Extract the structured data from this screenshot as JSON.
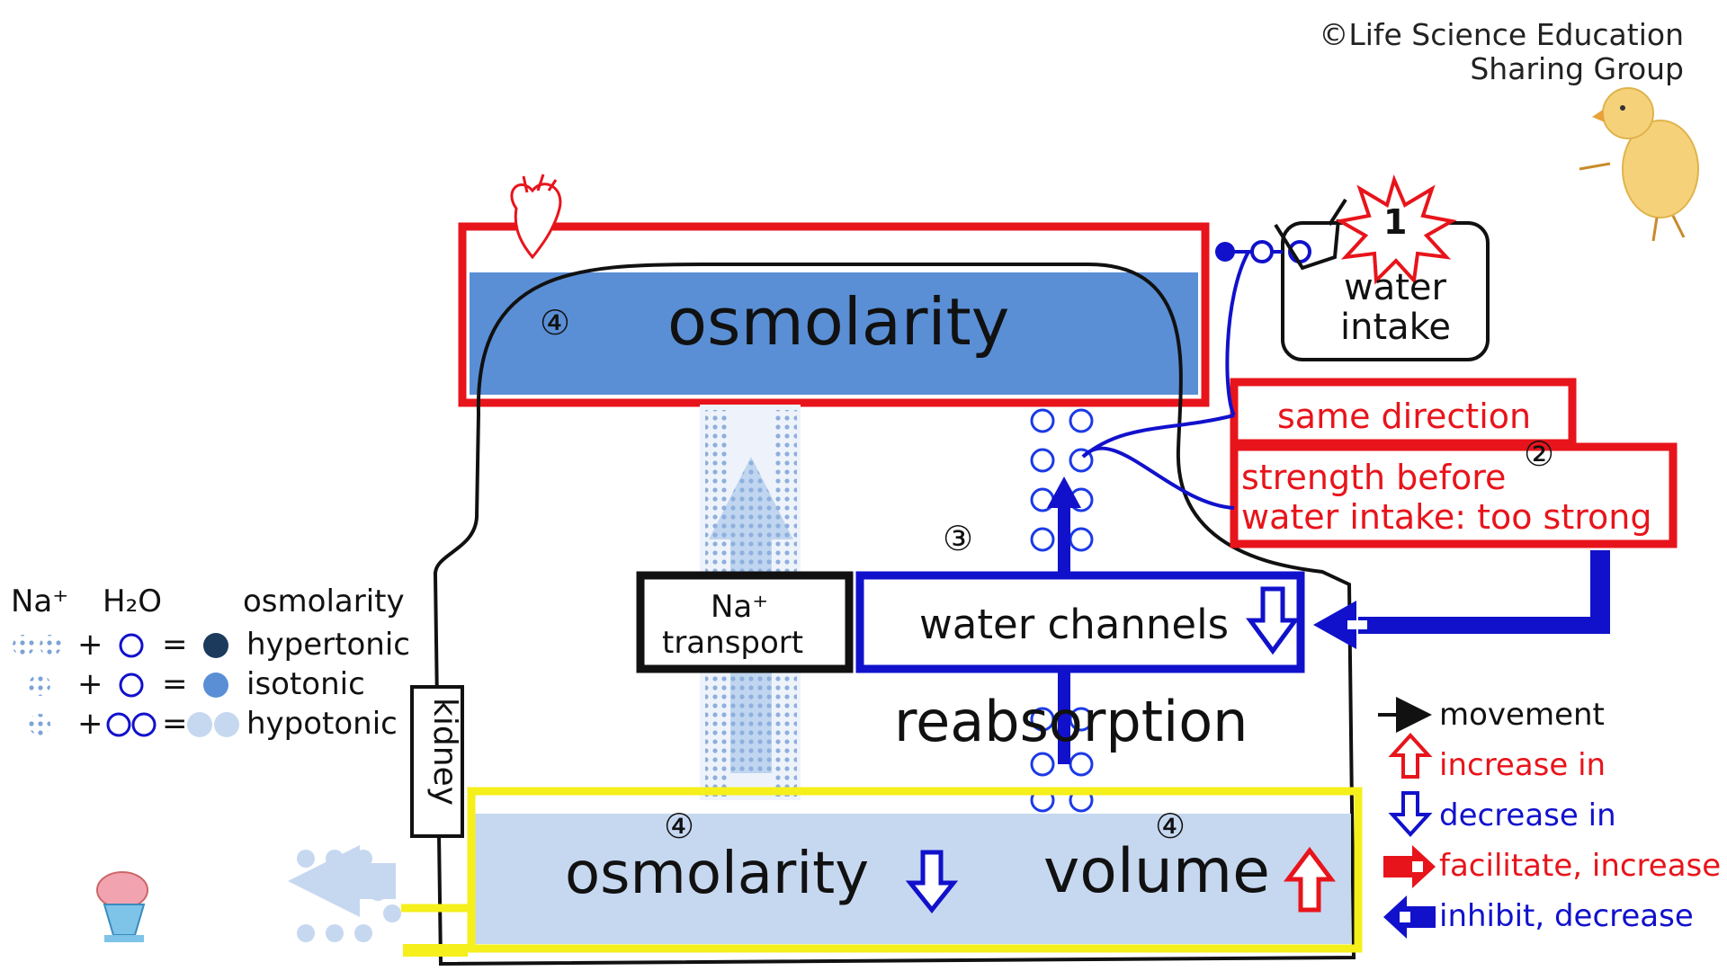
{
  "credit": {
    "line1": "©Life Science Education",
    "line2": "Sharing Group"
  },
  "blood": {
    "marker": "④",
    "label": "osmolarity"
  },
  "intake": {
    "marker": "1",
    "label_line1": "water",
    "label_line2": "intake"
  },
  "note": {
    "box1": "same direction",
    "marker": "②",
    "box2_line1": "strength before",
    "box2_line2": "water intake: too strong"
  },
  "kidney": {
    "label": "kidney",
    "reabsorption": "reabsorption",
    "marker3": "③",
    "na_transport_line1": "Na⁺",
    "na_transport_line2": "transport",
    "water_channels": "water channels"
  },
  "urine": {
    "marker_left": "④",
    "osmolarity": "osmolarity",
    "marker_right": "④",
    "volume": "volume"
  },
  "na_legend": {
    "h_na": "Na⁺",
    "h_h2o": "H₂O",
    "h_osm": "osmolarity",
    "rows": [
      {
        "plus": "+",
        "eq": "=",
        "label": "hypertonic"
      },
      {
        "plus": "+",
        "eq": "=",
        "label": "isotonic"
      },
      {
        "plus": "+",
        "eq": "=",
        "label": "hypotonic"
      }
    ]
  },
  "arrow_legend": {
    "movement": "movement",
    "increase": "increase in",
    "decrease": "decrease in",
    "facilitate": "facilitate, increase",
    "inhibit": "inhibit, decrease"
  },
  "colors": {
    "red": "#e8141b",
    "blue": "#1111cc",
    "plasma": "#5a8fd6",
    "urine": "#c6d8f0",
    "yellow": "#f5ef1b",
    "hypertonic": "#1b3a5c",
    "isotonic": "#5a8fd6",
    "hypotonic": "#c6d8f0"
  },
  "icons": [
    "heart-icon",
    "toilet-icon",
    "chick-icon",
    "cup-icon",
    "burst-icon"
  ]
}
